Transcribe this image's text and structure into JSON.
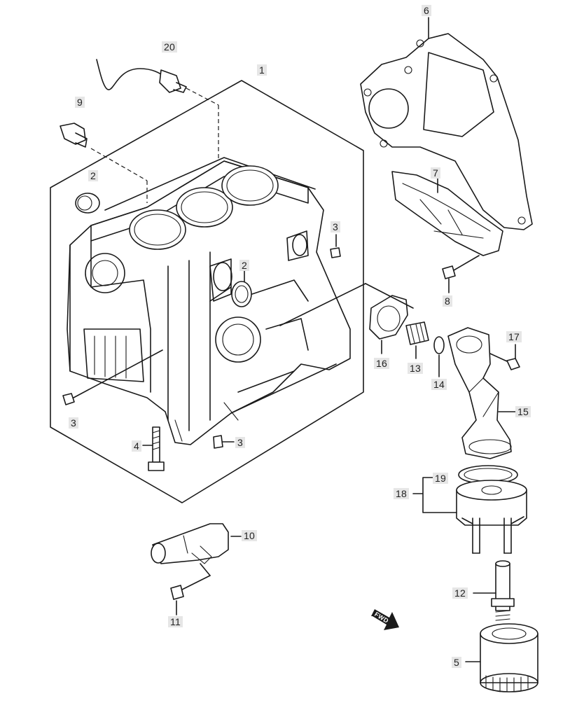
{
  "callouts": {
    "p1": "1",
    "p2a": "2",
    "p2b": "2",
    "p3a": "3",
    "p3b": "3",
    "p3c": "3",
    "p4": "4",
    "p5": "5",
    "p6": "6",
    "p7": "7",
    "p8": "8",
    "p9": "9",
    "p10": "10",
    "p11": "11",
    "p12": "12",
    "p13": "13",
    "p14": "14",
    "p15": "15",
    "p16": "16",
    "p17": "17",
    "p18": "18",
    "p19": "19",
    "p20": "20"
  },
  "arrow": {
    "label": "FWD"
  },
  "colors": {
    "line": "#1a1a1a",
    "label_bg": "#e6e6e6",
    "background": "#ffffff"
  }
}
